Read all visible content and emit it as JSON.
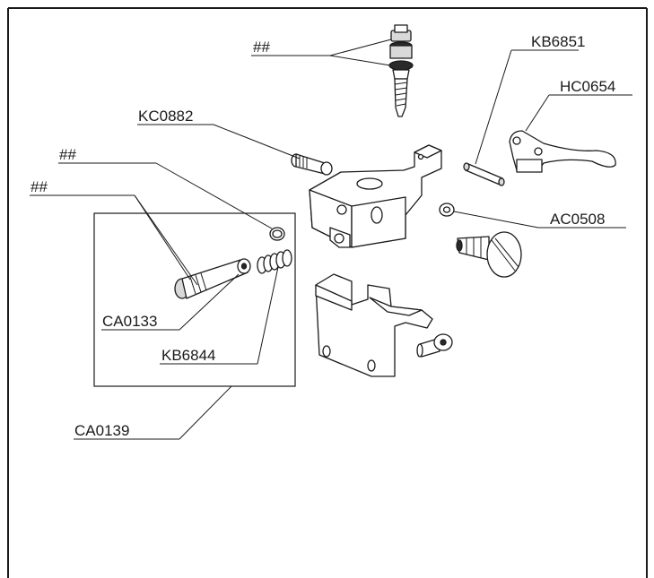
{
  "labels": {
    "hash_top": "##",
    "kb6851": "KB6851",
    "hc0654": "HC0654",
    "kc0882": "KC0882",
    "hash_mid": "##",
    "hash_left": "##",
    "ac0508": "AC0508",
    "ca0133": "CA0133",
    "kb6844": "KB6844",
    "ca0139": "CA0139"
  }
}
